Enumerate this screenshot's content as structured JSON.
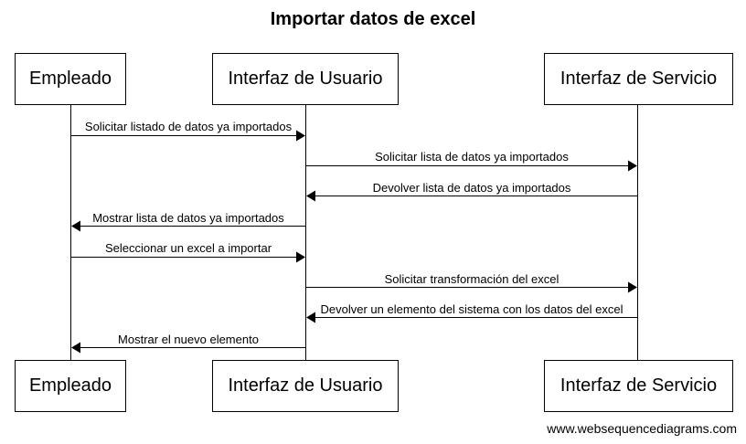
{
  "diagram": {
    "title": "Importar datos de excel",
    "participants": [
      {
        "id": "empleado",
        "label": "Empleado"
      },
      {
        "id": "ui",
        "label": "Interfaz de Usuario"
      },
      {
        "id": "servicio",
        "label": "Interfaz de Servicio"
      }
    ],
    "messages": [
      {
        "from": "empleado",
        "to": "ui",
        "label": "Solicitar listado de datos ya importados"
      },
      {
        "from": "ui",
        "to": "servicio",
        "label": "Solicitar lista de datos ya importados"
      },
      {
        "from": "servicio",
        "to": "ui",
        "label": "Devolver lista de datos ya importados"
      },
      {
        "from": "ui",
        "to": "empleado",
        "label": "Mostrar lista de datos ya importados"
      },
      {
        "from": "empleado",
        "to": "ui",
        "label": "Seleccionar un excel a importar"
      },
      {
        "from": "ui",
        "to": "servicio",
        "label": "Solicitar transformación del excel"
      },
      {
        "from": "servicio",
        "to": "ui",
        "label": "Devolver un elemento del sistema con los datos del excel"
      },
      {
        "from": "ui",
        "to": "empleado",
        "label": "Mostrar el nuevo elemento"
      }
    ],
    "footer": "www.websequencediagrams.com"
  }
}
